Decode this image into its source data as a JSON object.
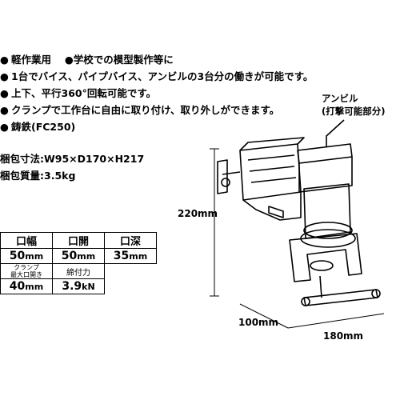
{
  "features": [
    {
      "bullet": "●",
      "text": "軽作業用 　●学校での模型製作等に"
    },
    {
      "bullet": "●",
      "text": "1台でバイス、パイプバイス、アンビルの3台分の働きが可能です。"
    },
    {
      "bullet": "●",
      "text": "上下、平行360°回転可能です。"
    },
    {
      "bullet": "●",
      "text": "クランプで工作台に自由に取り付け、取り外しができます。"
    },
    {
      "bullet": "●",
      "text": "鋳鉄(FC250)"
    }
  ],
  "packing": {
    "size": "梱包寸法:W95×D170×H217",
    "weight": "梱包質量:3.5kg"
  },
  "spec_table": {
    "headers": [
      "口幅",
      "口開",
      "口深"
    ],
    "values": [
      {
        "num": "50",
        "unit": "mm"
      },
      {
        "num": "50",
        "unit": "mm"
      },
      {
        "num": "35",
        "unit": "mm"
      }
    ],
    "clamp_label_line1": "クランプ",
    "clamp_label_line2": "最大口開き",
    "clamp_force_label": "締付力",
    "clamp_values": [
      {
        "num": "40",
        "unit": "mm"
      },
      {
        "num": "3.9",
        "unit": "kN"
      }
    ]
  },
  "callout": {
    "line1": "アンビル",
    "line2": "(打撃可能部分)"
  },
  "dimensions": {
    "height": "220mm",
    "depth": "100mm",
    "width": "180mm"
  }
}
